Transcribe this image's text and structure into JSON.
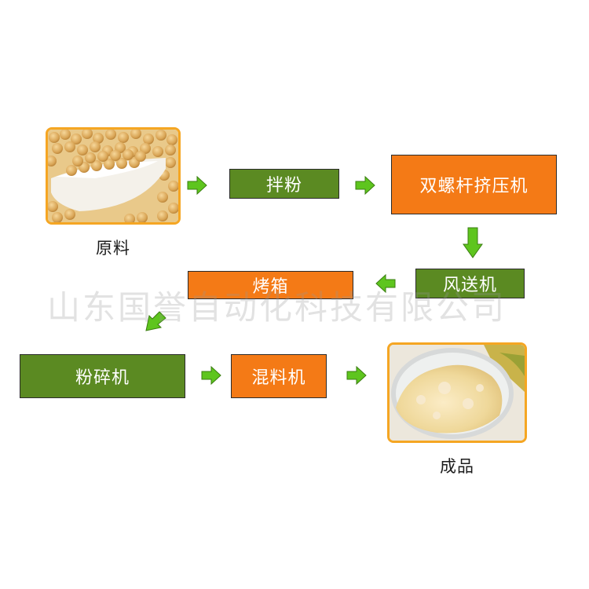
{
  "steps": {
    "raw_material": "原料",
    "mixing": "拌粉",
    "extruder": "双螺杆挤压机",
    "air_conveyor": "风送机",
    "oven": "烤箱",
    "grinder": "粉碎机",
    "blender": "混料机",
    "finished": "成品"
  },
  "watermark": "山东国誉自动化科技有限公司",
  "colors": {
    "green_box": "#5b8a22",
    "orange_box": "#f47a16",
    "arrow": "#5ec51e",
    "photo_border": "#f5a623"
  },
  "icons": [
    "soybeans-image",
    "powder-image",
    "arrow-right-icon",
    "arrow-down-icon",
    "arrow-left-icon",
    "arrow-down-left-icon"
  ]
}
